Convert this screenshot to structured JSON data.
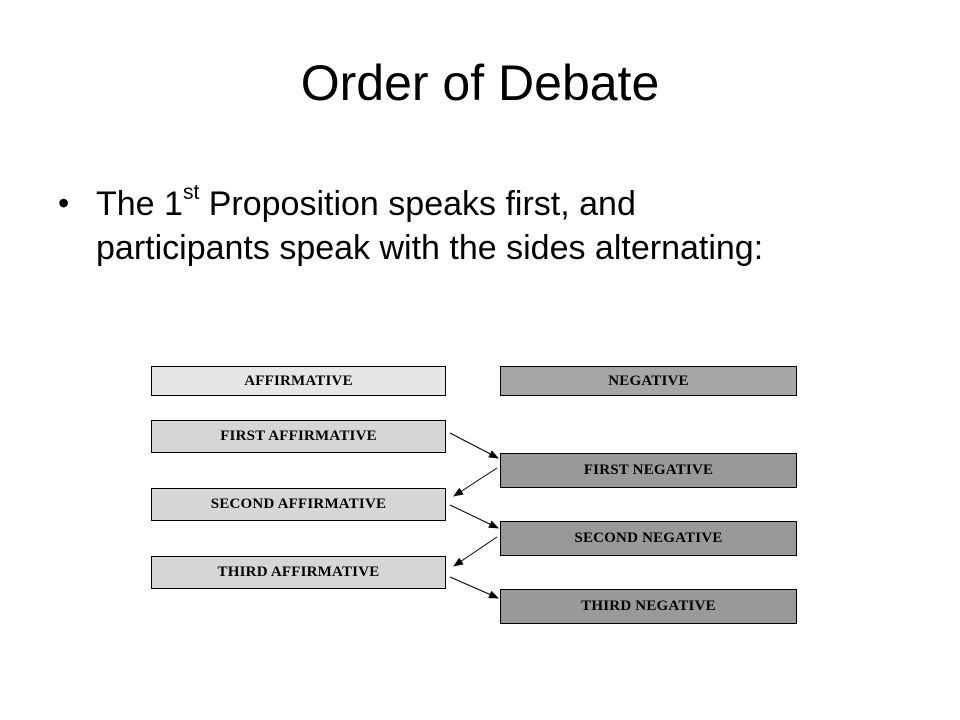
{
  "title": "Order of Debate",
  "bullet": {
    "symbol": "•",
    "text_before": "The 1",
    "superscript": "st",
    "text_after": " Proposition speaks first, and participants speak with the sides alternating:"
  },
  "diagram": {
    "affirmative_header": "AFFIRMATIVE",
    "negative_header": "NEGATIVE",
    "affirmative": [
      "FIRST AFFIRMATIVE",
      "SECOND AFFIRMATIVE",
      "THIRD AFFIRMATIVE"
    ],
    "negative": [
      "FIRST NEGATIVE",
      "SECOND NEGATIVE",
      "THIRD NEGATIVE"
    ],
    "colors": {
      "affirmative_header": "#e6e6e6",
      "affirmative": "#d6d6d6",
      "negative_header": "#a6a6a6",
      "negative": "#999999"
    }
  }
}
